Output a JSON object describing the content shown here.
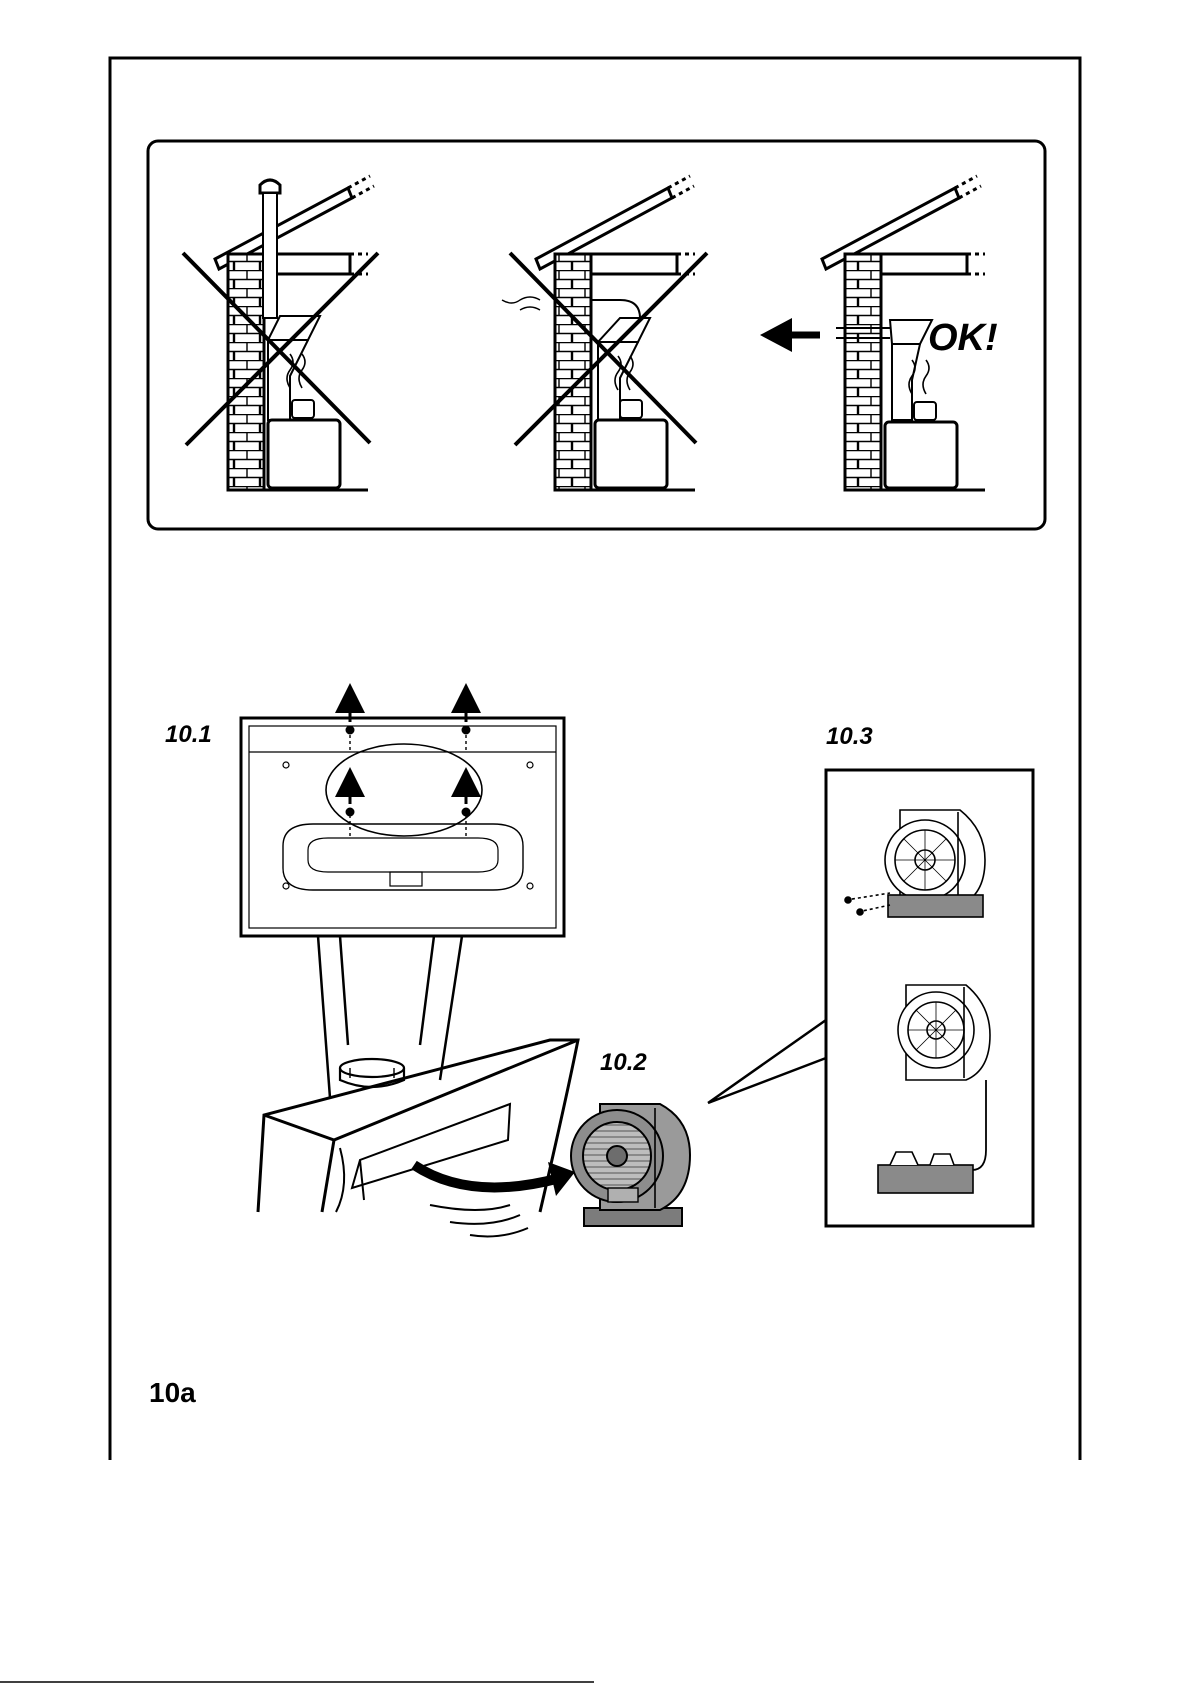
{
  "labels": {
    "ok": "OK!",
    "fig_10_1": "10.1",
    "fig_10_2": "10.2",
    "fig_10_3": "10.3",
    "section": "10a"
  },
  "icons": {
    "chimney_wrong": "cross-icon",
    "wall_duct_wrong": "cross-icon",
    "outside_duct_ok": "left-arrow-icon"
  },
  "colors": {
    "ink": "#000000",
    "motor_fill": "#9a9a9a",
    "brick_fill": "#ffffff"
  }
}
